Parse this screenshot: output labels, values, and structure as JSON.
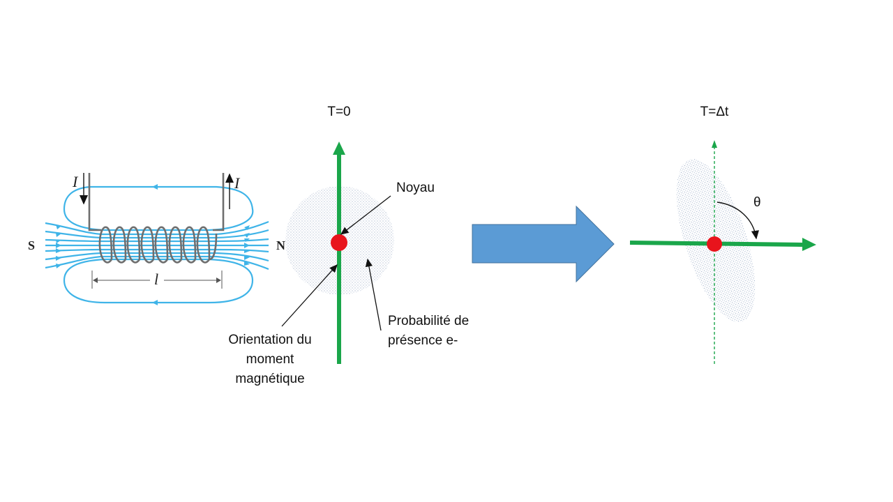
{
  "solenoid": {
    "current_left_label": "I",
    "current_right_label": "I",
    "south_label": "S",
    "north_label": "N",
    "length_label": "l"
  },
  "t0_panel": {
    "time_label": "T=0",
    "nucleus_label": "Noyau",
    "probability_label_line1": "Probabilité de",
    "probability_label_line2": "présence e-",
    "orientation_label_line1": "Orientation du",
    "orientation_label_line2": "moment",
    "orientation_label_line3": "magnétique"
  },
  "tdt_panel": {
    "time_label": "T=Δt",
    "angle_label": "θ"
  },
  "colors": {
    "field_lines": "#3fb4e8",
    "moment_arrow": "#1aa64a",
    "nucleus": "#e8141c",
    "transition_arrow": "#5b9bd5",
    "electron_cloud": "#7f97b8"
  }
}
